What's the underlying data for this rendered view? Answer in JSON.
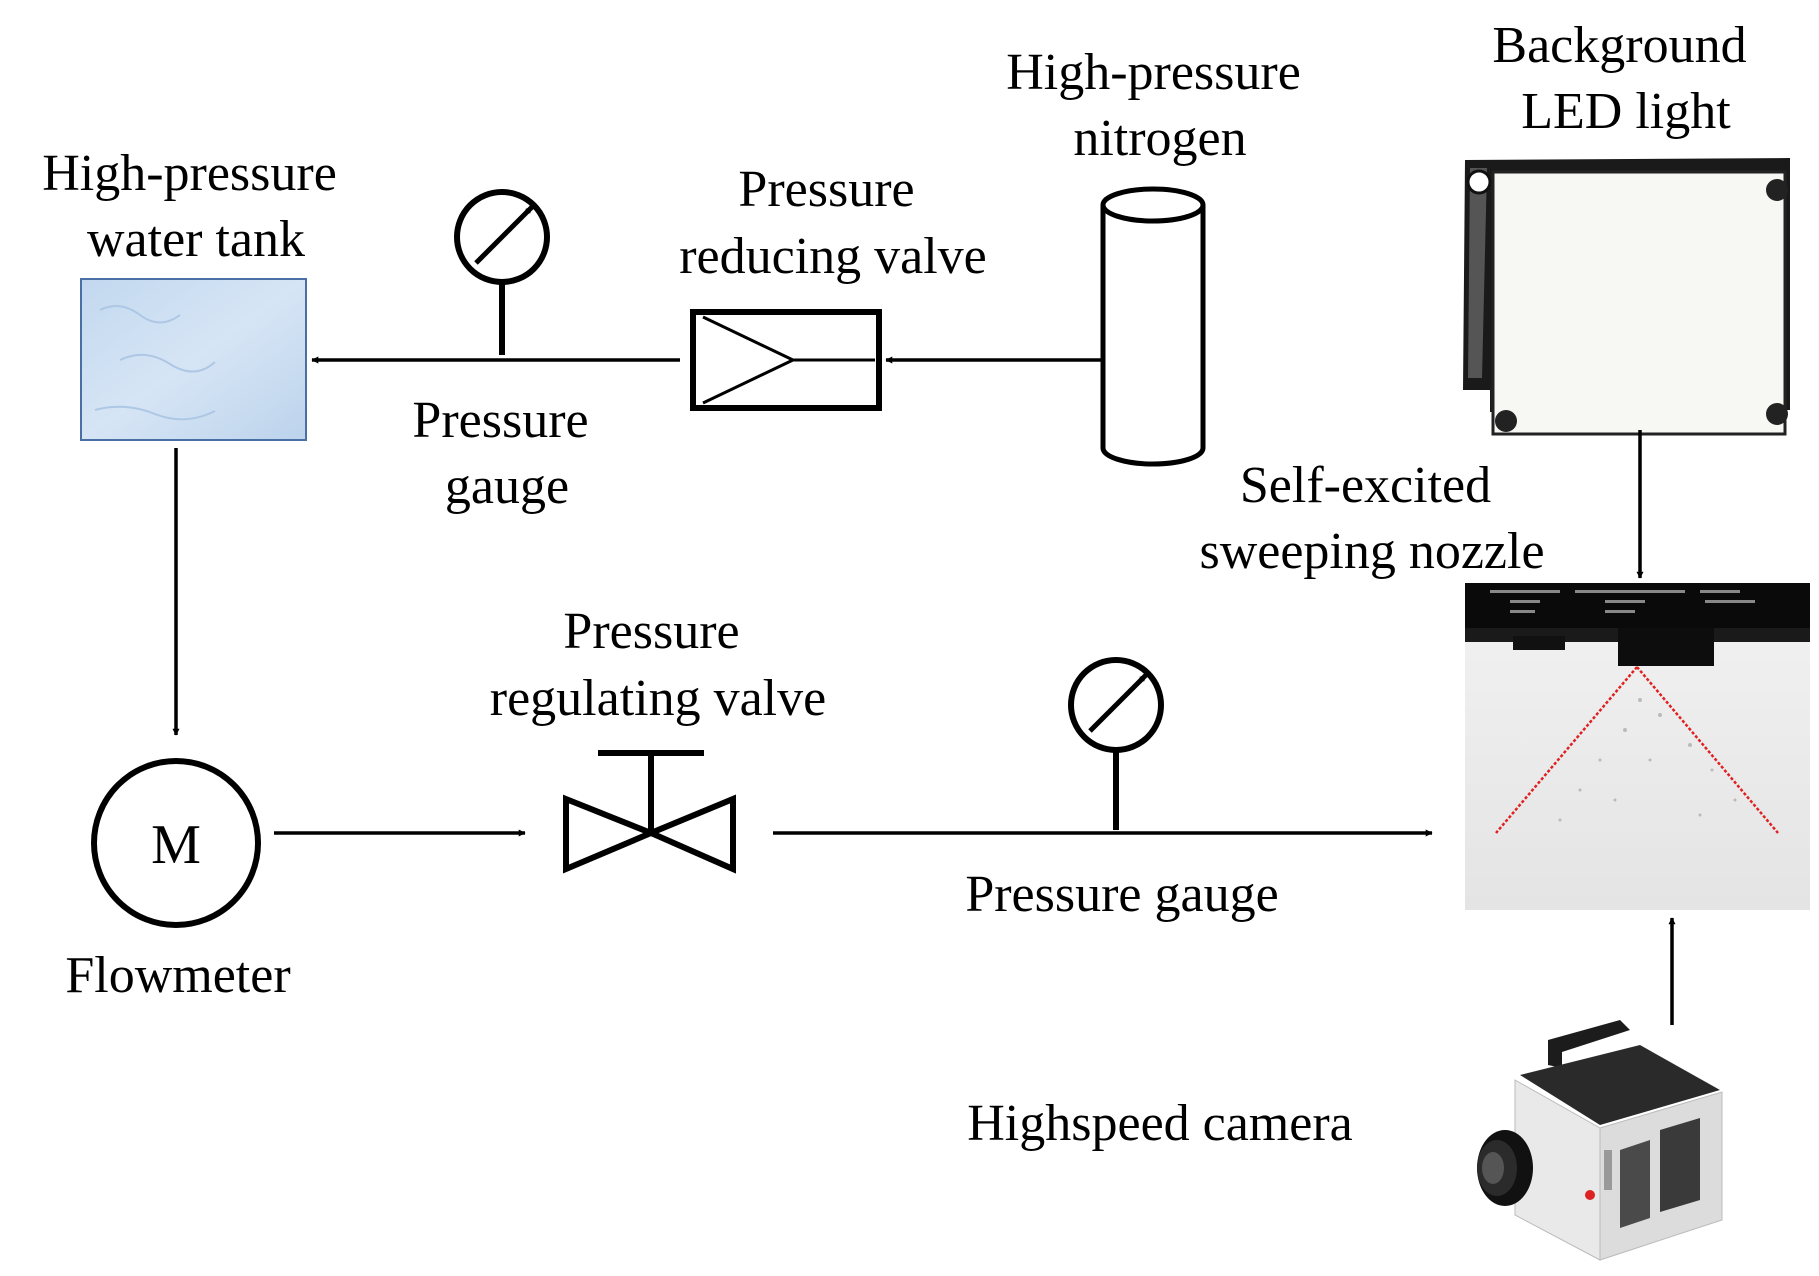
{
  "labels": {
    "water_tank": [
      "High-pressure",
      "water tank"
    ],
    "pressure_gauge_top": [
      "Pressure",
      "gauge"
    ],
    "reducing_valve": [
      "Pressure",
      "reducing valve"
    ],
    "nitrogen": [
      "High-pressure",
      "nitrogen"
    ],
    "led_light": [
      "Background",
      "LED light"
    ],
    "nozzle": [
      "Self-excited",
      "sweeping nozzle"
    ],
    "regulating_valve": [
      "Pressure",
      "regulating valve"
    ],
    "pressure_gauge_bottom": "Pressure gauge",
    "flowmeter": "Flowmeter",
    "flowmeter_symbol": "M",
    "camera": "Highspeed camera"
  },
  "colors": {
    "line": "#000000",
    "tank_fill": "#c9dcf0",
    "tank_border": "#4a6fa5",
    "led_panel": "#f7f7f4",
    "led_frame": "#1a1a1a",
    "spray_line": "#e02020",
    "camera_body": "#e9e9e9"
  }
}
